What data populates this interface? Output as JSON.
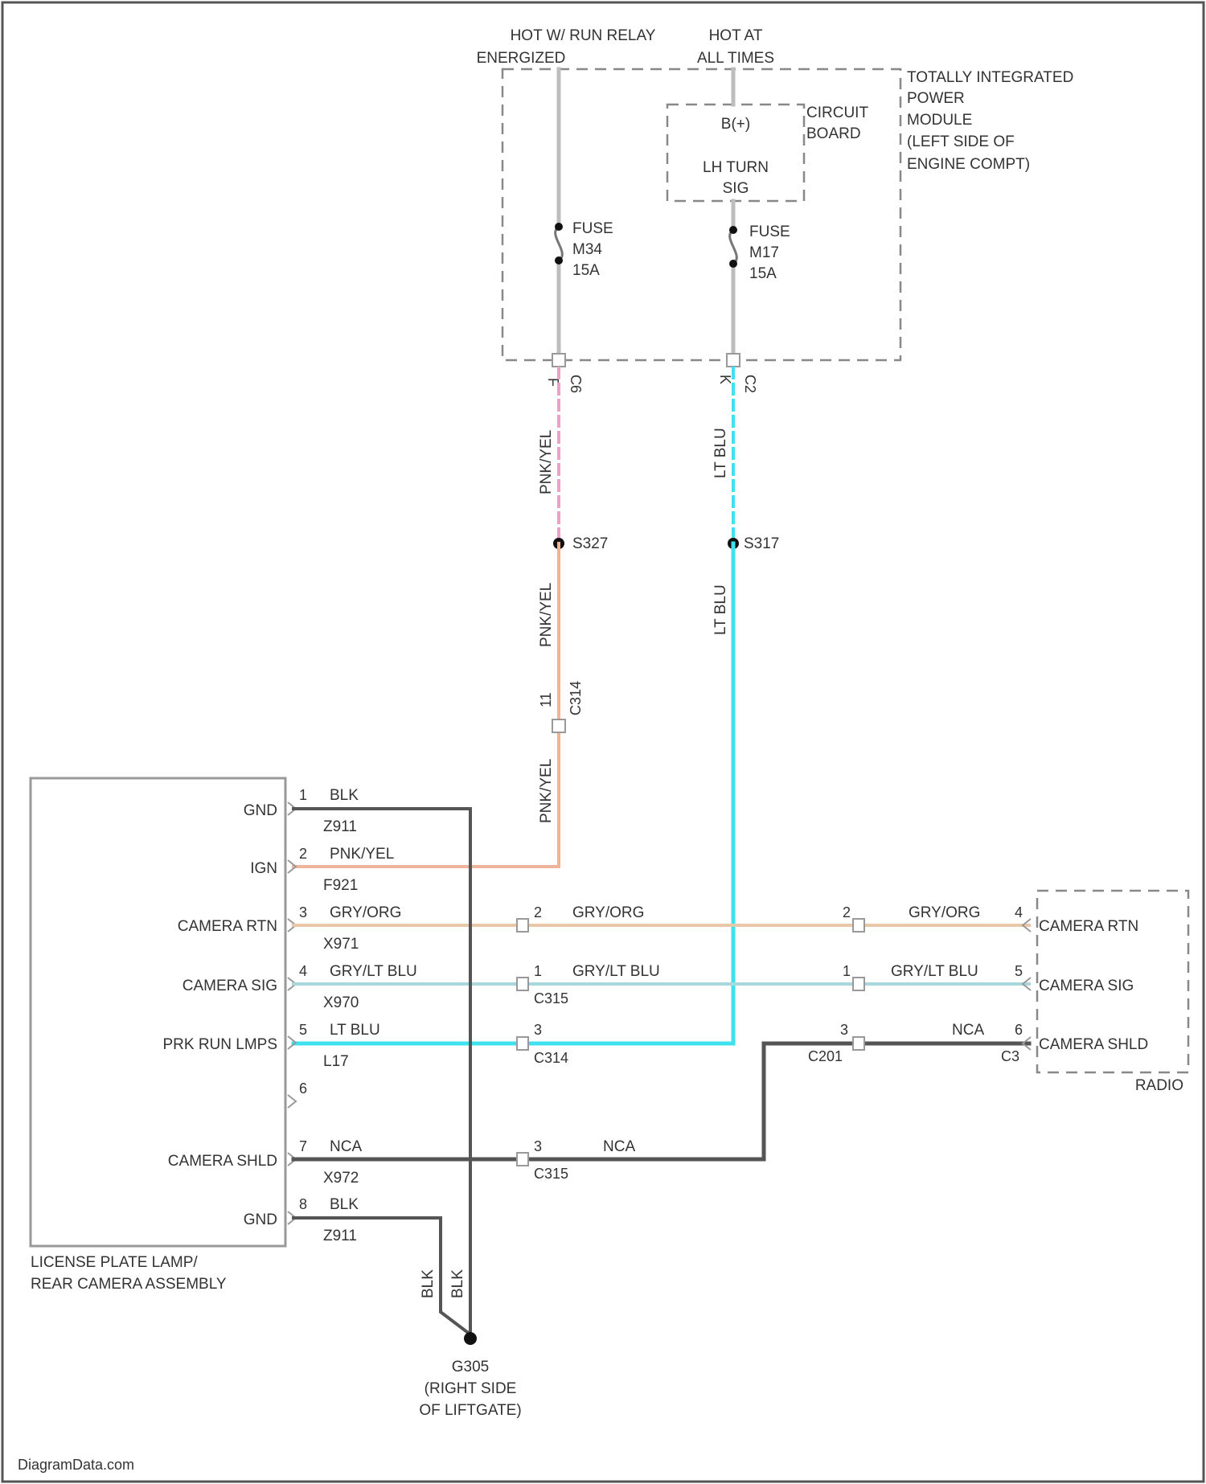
{
  "colors": {
    "frame": "#555555",
    "gray_wire": "#bdbdbd",
    "black_wire": "#555555",
    "pink_yellow_wire": "#f0b49a",
    "pink_dashed_wire": "#f0a0c8",
    "light_blue_wire": "#3fe0ef",
    "gray_orange_wire": "#e8c8a8",
    "gray_lightblue_wire": "#a8d8dc",
    "text": "#333333"
  },
  "power": {
    "hot_run_relay": [
      "HOT W/ RUN RELAY",
      "ENERGIZED"
    ],
    "hot_all_times": [
      "HOT AT",
      "ALL TIMES"
    ]
  },
  "tipm": {
    "label": [
      "TOTALLY INTEGRATED",
      "POWER",
      "MODULE",
      "(LEFT SIDE OF",
      "ENGINE COMPT)"
    ],
    "circuit_board": [
      "CIRCUIT",
      "BOARD"
    ],
    "b_plus": "B(+)",
    "turn_sig": [
      "LH TURN",
      "SIG"
    ],
    "fuse_a": [
      "FUSE",
      "M34",
      "15A"
    ],
    "fuse_b": [
      "FUSE",
      "M17",
      "15A"
    ],
    "conn_a": [
      "F",
      "C6"
    ],
    "conn_b": [
      "K",
      "C2"
    ]
  },
  "wires": {
    "pnk_yel": "PNK/YEL",
    "lt_blu": "LT BLU",
    "gry_org": "GRY/ORG",
    "gry_lt_blu": "GRY/LT BLU",
    "nca": "NCA",
    "blk": "BLK"
  },
  "splices": {
    "s327": "S327",
    "s317": "S317"
  },
  "connectors": {
    "c314": "C314",
    "c315": "C315",
    "c201": "C201",
    "c3": "C3",
    "c314_pin": "11"
  },
  "camera_assembly": {
    "label": [
      "LICENSE PLATE LAMP/",
      "REAR CAMERA ASSEMBLY"
    ],
    "pins": [
      {
        "num": "1",
        "name": "GND",
        "wire": "BLK",
        "circuit": "Z911"
      },
      {
        "num": "2",
        "name": "IGN",
        "wire": "PNK/YEL",
        "circuit": "F921"
      },
      {
        "num": "3",
        "name": "CAMERA RTN",
        "wire": "GRY/ORG",
        "circuit": "X971"
      },
      {
        "num": "4",
        "name": "CAMERA SIG",
        "wire": "GRY/LT BLU",
        "circuit": "X970"
      },
      {
        "num": "5",
        "name": "PRK RUN LMPS",
        "wire": "LT BLU",
        "circuit": "L17"
      },
      {
        "num": "6",
        "name": "",
        "wire": "",
        "circuit": ""
      },
      {
        "num": "7",
        "name": "CAMERA SHLD",
        "wire": "NCA",
        "circuit": "X972"
      },
      {
        "num": "8",
        "name": "GND",
        "wire": "BLK",
        "circuit": "Z911"
      }
    ]
  },
  "mid_pins": {
    "c315_rtn": "2",
    "c315_sig": "1",
    "c314_prk": "3",
    "c315_shld": "3",
    "c201_rtn": "2",
    "c201_sig": "1",
    "c201_shld": "3"
  },
  "radio": {
    "label": "RADIO",
    "pins": [
      {
        "num": "4",
        "name": "CAMERA RTN"
      },
      {
        "num": "5",
        "name": "CAMERA SIG"
      },
      {
        "num": "6",
        "name": "CAMERA SHLD"
      }
    ]
  },
  "ground": {
    "label": [
      "G305",
      "(RIGHT SIDE",
      "OF LIFTGATE)"
    ]
  },
  "watermark": "DiagramData.com"
}
